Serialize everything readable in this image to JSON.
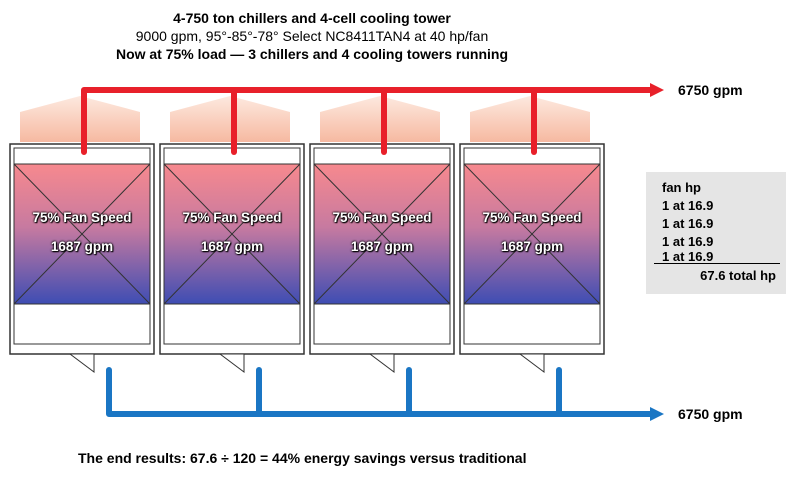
{
  "header": {
    "line1": "4-750 ton chillers and 4-cell cooling tower",
    "line2": "9000 gpm, 95°-85°-78° Select NC8411TAN4 at 40 hp/fan",
    "line3": "Now at 75% load — 3 chillers and 4 cooling towers running"
  },
  "supply_flow": "6750 gpm",
  "return_flow": "6750 gpm",
  "cells": [
    {
      "fan_speed": "75% Fan Speed",
      "flow": "1687 gpm"
    },
    {
      "fan_speed": "75% Fan Speed",
      "flow": "1687 gpm"
    },
    {
      "fan_speed": "75% Fan Speed",
      "flow": "1687 gpm"
    },
    {
      "fan_speed": "75% Fan Speed",
      "flow": "1687 gpm"
    }
  ],
  "fan_summary": {
    "heading": "fan hp",
    "rows": [
      "1 at 16.9",
      "1 at 16.9",
      "1 at 16.9",
      "1 at 16.9"
    ],
    "total": "67.6 total hp"
  },
  "footer": "The end results: 67.6 ÷ 120 = 44% energy savings versus traditional",
  "colors": {
    "hot_water": "#e8202a",
    "cold_water": "#1a76c4",
    "cell_top": "#f58a8f",
    "cell_bottom": "#3f4fb0",
    "plume": "#f9c4ae"
  }
}
